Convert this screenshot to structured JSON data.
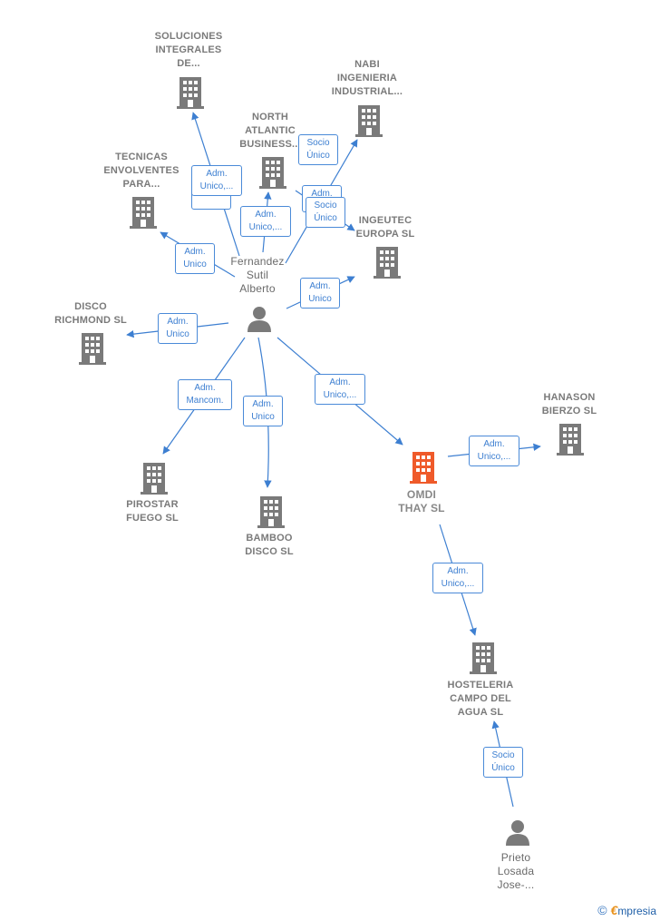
{
  "colors": {
    "edge": "#3d7fd1",
    "building": "#7a7a7a",
    "building_focus": "#ef5a2a",
    "person": "#7a7a7a"
  },
  "nodes": {
    "soluciones": "SOLUCIONES\nINTEGRALES\nDE...",
    "nabi": "NABI\nINGENIERIA\nINDUSTRIAL...",
    "north": "NORTH\nATLANTIC\nBUSINESS...",
    "tecnicas": "TECNICAS\nENVOLVENTES\nPARA...",
    "ingeutec": "INGEUTEC\nEUROPA  SL",
    "fernandez": "Fernandez\nSutil\nAlberto",
    "disco": "DISCO\nRICHMOND SL",
    "hanason": "HANASON\nBIERZO  SL",
    "pirostar": "PIROSTAR\nFUEGO  SL",
    "bamboo": "BAMBOO\nDISCO  SL",
    "omdi": "OMDI\nTHAY  SL",
    "hosteleria": "HOSTELERIA\nCAMPO DEL\nAGUA  SL",
    "prieto": "Prieto\nLosada\nJose-..."
  },
  "edges": {
    "e_soluciones": "Adm.\nUnico,...",
    "e_tecnicas_under": "Unico",
    "e_tecnicas": "Adm.\nUnico",
    "e_north": "Adm.\nUnico,...",
    "e_nabi": "Socio\nÚnico",
    "e_ingeutec_under": "Adm.",
    "e_ingeutec": "Socio\nÚnico",
    "e_ingeutec2": "Adm.\nUnico",
    "e_disco": "Adm.\nUnico",
    "e_pirostar": "Adm.\nMancom.",
    "e_bamboo": "Adm.\nUnico",
    "e_omdi": "Adm.\nUnico,...",
    "e_hanason": "Adm.\nUnico,...",
    "e_hosteleria": "Adm.\nUnico,...",
    "e_prieto": "Socio\nÚnico"
  },
  "footer": {
    "copyright": "©",
    "brand_e": "€",
    "brand_rest": "mpresia"
  }
}
